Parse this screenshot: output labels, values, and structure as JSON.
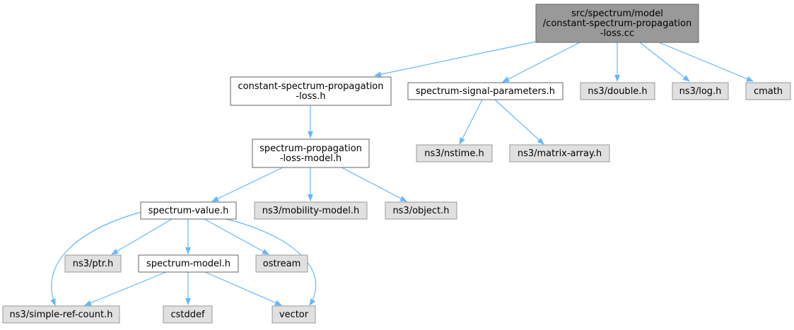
{
  "graph": {
    "colors": {
      "root_fill": "#999999",
      "root_stroke": "#666666",
      "file_fill": "#ffffff",
      "file_stroke": "#666666",
      "system_fill": "#e0e0e0",
      "system_stroke": "#999999",
      "edge": "#63b8ff"
    },
    "nodes": [
      {
        "id": "root",
        "kind": "root",
        "lines": [
          "src/spectrum/model",
          "/constant-spectrum-propagation",
          "-loss.cc"
        ]
      },
      {
        "id": "cspl",
        "kind": "file",
        "lines": [
          "constant-spectrum-propagation",
          "-loss.h"
        ]
      },
      {
        "id": "ssp",
        "kind": "file",
        "lines": [
          "spectrum-signal-parameters.h"
        ]
      },
      {
        "id": "double",
        "kind": "system",
        "lines": [
          "ns3/double.h"
        ]
      },
      {
        "id": "log",
        "kind": "system",
        "lines": [
          "ns3/log.h"
        ]
      },
      {
        "id": "cmath",
        "kind": "system",
        "lines": [
          "cmath"
        ]
      },
      {
        "id": "nstime",
        "kind": "system",
        "lines": [
          "ns3/nstime.h"
        ]
      },
      {
        "id": "matrix",
        "kind": "system",
        "lines": [
          "ns3/matrix-array.h"
        ]
      },
      {
        "id": "splm",
        "kind": "file",
        "lines": [
          "spectrum-propagation",
          "-loss-model.h"
        ]
      },
      {
        "id": "sv",
        "kind": "file",
        "lines": [
          "spectrum-value.h"
        ]
      },
      {
        "id": "mobility",
        "kind": "system",
        "lines": [
          "ns3/mobility-model.h"
        ]
      },
      {
        "id": "object",
        "kind": "system",
        "lines": [
          "ns3/object.h"
        ]
      },
      {
        "id": "ptr",
        "kind": "system",
        "lines": [
          "ns3/ptr.h"
        ]
      },
      {
        "id": "sm",
        "kind": "file",
        "lines": [
          "spectrum-model.h"
        ]
      },
      {
        "id": "ostream",
        "kind": "system",
        "lines": [
          "ostream"
        ]
      },
      {
        "id": "src",
        "kind": "system",
        "lines": [
          "ns3/simple-ref-count.h"
        ]
      },
      {
        "id": "cstddef",
        "kind": "system",
        "lines": [
          "cstddef"
        ]
      },
      {
        "id": "vector",
        "kind": "system",
        "lines": [
          "vector"
        ]
      }
    ],
    "edges": [
      {
        "from": "root",
        "to": "cspl"
      },
      {
        "from": "root",
        "to": "ssp"
      },
      {
        "from": "root",
        "to": "double"
      },
      {
        "from": "root",
        "to": "log"
      },
      {
        "from": "root",
        "to": "cmath"
      },
      {
        "from": "ssp",
        "to": "nstime"
      },
      {
        "from": "ssp",
        "to": "matrix"
      },
      {
        "from": "cspl",
        "to": "splm"
      },
      {
        "from": "splm",
        "to": "sv"
      },
      {
        "from": "splm",
        "to": "mobility"
      },
      {
        "from": "splm",
        "to": "object"
      },
      {
        "from": "sv",
        "to": "ptr"
      },
      {
        "from": "sv",
        "to": "sm"
      },
      {
        "from": "sv",
        "to": "ostream"
      },
      {
        "from": "sv",
        "to": "src"
      },
      {
        "from": "sv",
        "to": "vector"
      },
      {
        "from": "sm",
        "to": "src"
      },
      {
        "from": "sm",
        "to": "cstddef"
      },
      {
        "from": "sm",
        "to": "vector"
      }
    ]
  }
}
